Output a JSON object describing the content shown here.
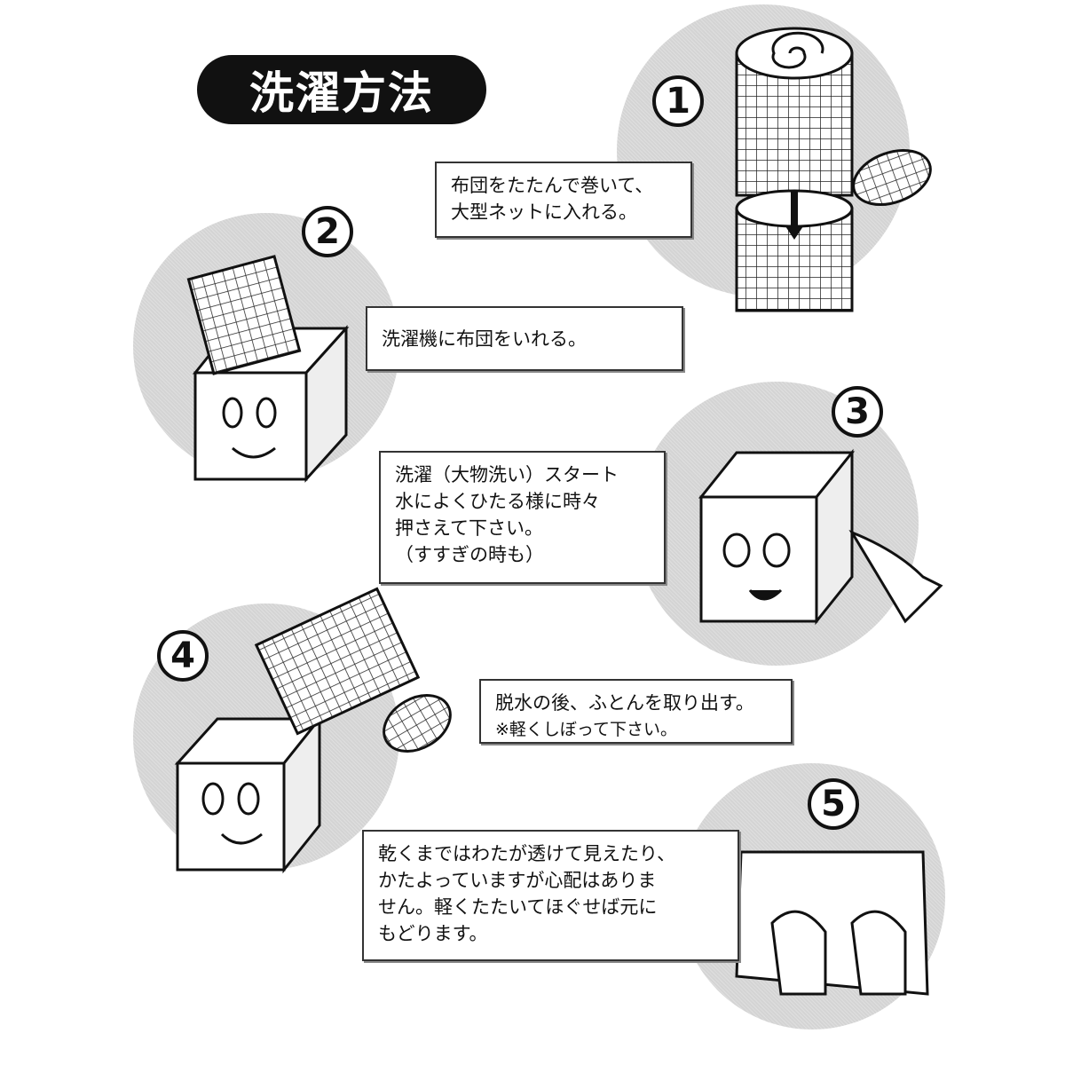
{
  "title": "洗濯方法",
  "steps": [
    {
      "number": "1",
      "lines": [
        "布団をたたんで巻いて、",
        "大型ネットに入れる。"
      ]
    },
    {
      "number": "2",
      "lines": [
        "洗濯機に布団をいれる。"
      ]
    },
    {
      "number": "3",
      "lines": [
        "洗濯（大物洗い）スタート",
        "水によくひたる様に時々",
        "押さえて下さい。",
        "（すすぎの時も）"
      ]
    },
    {
      "number": "4",
      "lines": [
        "脱水の後、ふとんを取り出す。",
        "※軽くしぼって下さい。"
      ]
    },
    {
      "number": "5",
      "lines": [
        "乾くまではわたが透けて見えたり、",
        "かたよっていますが心配はありま",
        "せん。軽くたたいてほぐせば元に",
        "もどります。"
      ]
    }
  ],
  "colors": {
    "circle": "#d4d4d4",
    "title_bg": "#111111",
    "title_text": "#ffffff"
  }
}
